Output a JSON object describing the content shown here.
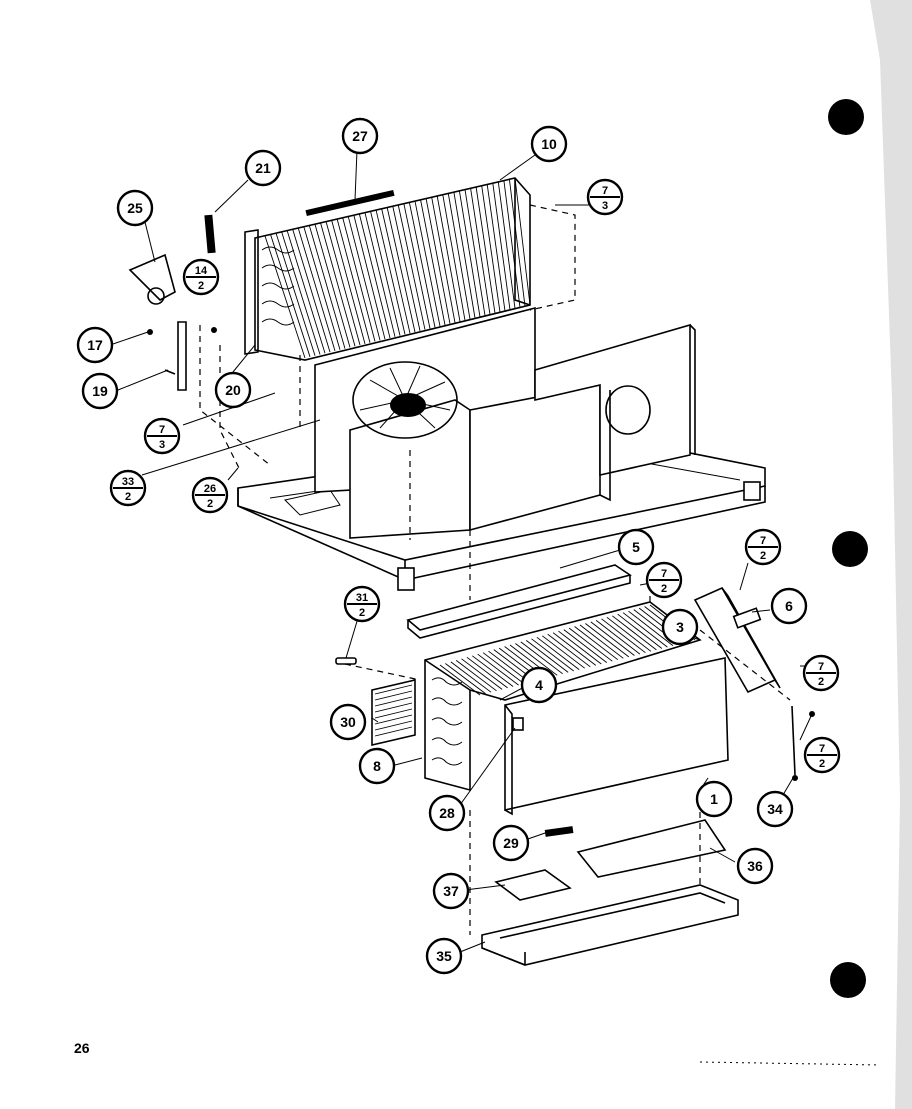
{
  "page_number": "26",
  "callouts": [
    {
      "id": "c1",
      "text": "1"
    },
    {
      "id": "c3",
      "text": "3"
    },
    {
      "id": "c4",
      "text": "4"
    },
    {
      "id": "c5",
      "text": "5"
    },
    {
      "id": "c6",
      "text": "6"
    },
    {
      "id": "c8",
      "text": "8"
    },
    {
      "id": "c10",
      "text": "10"
    },
    {
      "id": "c17",
      "text": "17"
    },
    {
      "id": "c19",
      "text": "19"
    },
    {
      "id": "c20",
      "text": "20"
    },
    {
      "id": "c21",
      "text": "21"
    },
    {
      "id": "c25",
      "text": "25"
    },
    {
      "id": "c27",
      "text": "27"
    },
    {
      "id": "c28",
      "text": "28"
    },
    {
      "id": "c29",
      "text": "29"
    },
    {
      "id": "c30",
      "text": "30"
    },
    {
      "id": "c34",
      "text": "34"
    },
    {
      "id": "c35",
      "text": "35"
    },
    {
      "id": "c36",
      "text": "36"
    },
    {
      "id": "c37",
      "text": "37"
    }
  ],
  "fraction_callouts": [
    {
      "id": "f7_3_top",
      "num": "7",
      "den": "3"
    },
    {
      "id": "f14_2",
      "num": "14",
      "den": "2"
    },
    {
      "id": "f7_3_left",
      "num": "7",
      "den": "3"
    },
    {
      "id": "f33_2",
      "num": "33",
      "den": "2"
    },
    {
      "id": "f26_2",
      "num": "26",
      "den": "2"
    },
    {
      "id": "f31_2",
      "num": "31",
      "den": "2"
    },
    {
      "id": "f7_2_a",
      "num": "7",
      "den": "2"
    },
    {
      "id": "f7_2_b",
      "num": "7",
      "den": "2"
    },
    {
      "id": "f7_2_c",
      "num": "7",
      "den": "2"
    },
    {
      "id": "f7_2_d",
      "num": "7",
      "den": "2"
    }
  ]
}
